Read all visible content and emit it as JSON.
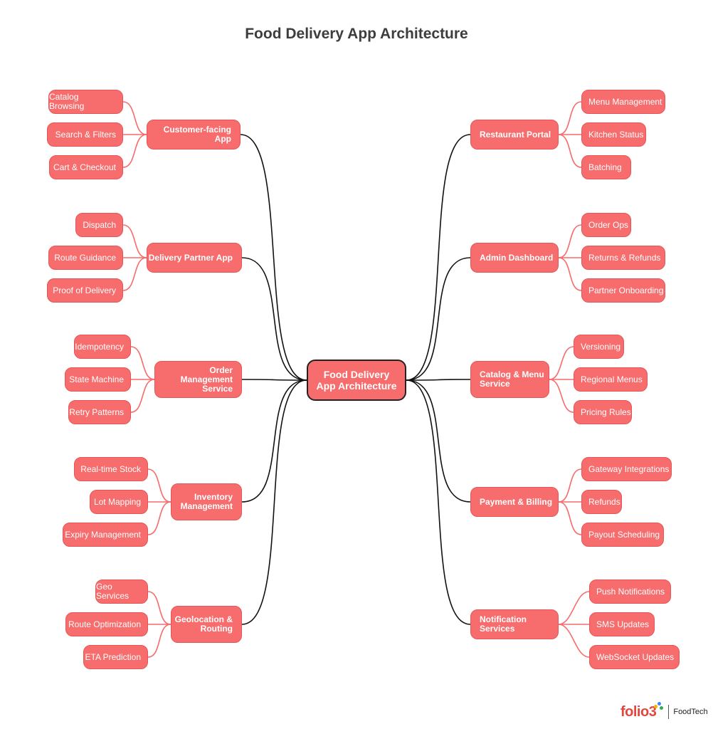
{
  "title": "Food Delivery App Architecture",
  "center": {
    "label": "Food Delivery\nApp Architecture"
  },
  "colors": {
    "node_fill": "#f76c6c",
    "node_border": "#e65656",
    "leaf_link": "#f76c6c",
    "trunk_link": "#111111"
  },
  "branches": [
    {
      "label": "Customer-facing App",
      "side": "left",
      "items": [
        "Catalog Browsing",
        "Search & Filters",
        "Cart & Checkout"
      ]
    },
    {
      "label": "Delivery Partner App",
      "side": "left",
      "items": [
        "Dispatch",
        "Route Guidance",
        "Proof of Delivery"
      ]
    },
    {
      "label": "Order Management Service",
      "side": "left",
      "items": [
        "Idempotency",
        "State Machine",
        "Retry Patterns"
      ]
    },
    {
      "label": "Inventory Management",
      "side": "left",
      "items": [
        "Real-time Stock",
        "Lot Mapping",
        "Expiry Management"
      ]
    },
    {
      "label": "Geolocation & Routing",
      "side": "left",
      "items": [
        "Geo Services",
        "Route Optimization",
        "ETA Prediction"
      ]
    },
    {
      "label": "Restaurant Portal",
      "side": "right",
      "items": [
        "Menu Management",
        "Kitchen Status",
        "Batching"
      ]
    },
    {
      "label": "Admin Dashboard",
      "side": "right",
      "items": [
        "Order Ops",
        "Returns & Refunds",
        "Partner Onboarding"
      ]
    },
    {
      "label": "Catalog & Menu Service",
      "side": "right",
      "items": [
        "Versioning",
        "Regional Menus",
        "Pricing Rules"
      ]
    },
    {
      "label": "Payment & Billing",
      "side": "right",
      "items": [
        "Gateway Integrations",
        "Refunds",
        "Payout Scheduling"
      ]
    },
    {
      "label": "Notification Services",
      "side": "right",
      "items": [
        "Push Notifications",
        "SMS Updates",
        "WebSocket Updates"
      ]
    }
  ],
  "logo": {
    "word": "folio3",
    "subtitle": "FoodTech",
    "dot_colors": [
      "#f4b400",
      "#4285f4",
      "#34a853",
      "#ea4335"
    ]
  }
}
